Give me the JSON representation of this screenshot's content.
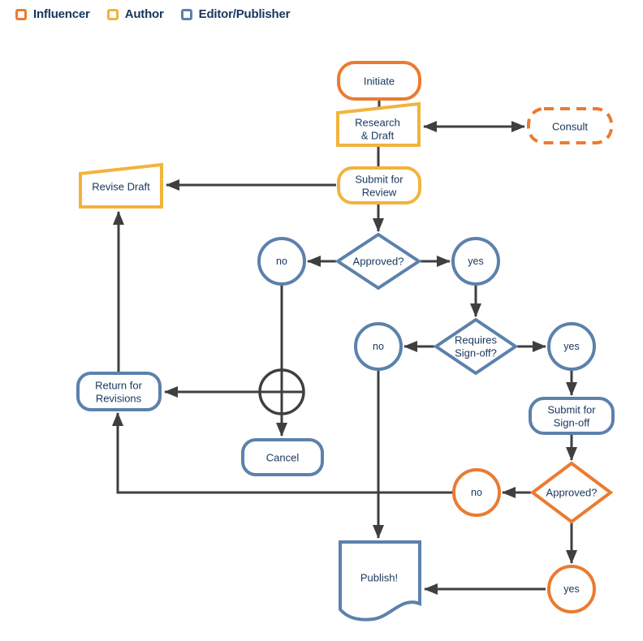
{
  "legend": {
    "items": [
      {
        "label": "Influencer"
      },
      {
        "label": "Author"
      },
      {
        "label": "Editor/Publisher"
      }
    ]
  },
  "colors": {
    "influencer": "#EB7B30",
    "author": "#F2B33D",
    "editor": "#5C81AB",
    "connector": "#3F3F3F",
    "label": "#17365D",
    "background": "#FFFFFF"
  },
  "nodes": {
    "initiate": {
      "label": "Initiate"
    },
    "research_draft": {
      "line1": "Research",
      "line2": "& Draft"
    },
    "consult": {
      "label": "Consult"
    },
    "submit_review": {
      "line1": "Submit for",
      "line2": "Review"
    },
    "revise_draft": {
      "label": "Revise Draft"
    },
    "approved_review": {
      "label": "Approved?"
    },
    "approved_review_no": {
      "label": "no"
    },
    "approved_review_yes": {
      "label": "yes"
    },
    "requires_signoff": {
      "line1": "Requires",
      "line2": "Sign-off?"
    },
    "requires_signoff_no": {
      "label": "no"
    },
    "requires_signoff_yes": {
      "label": "yes"
    },
    "submit_signoff": {
      "line1": "Submit for",
      "line2": "Sign-off"
    },
    "approved_signoff": {
      "label": "Approved?"
    },
    "approved_signoff_no": {
      "label": "no"
    },
    "approved_signoff_yes": {
      "label": "yes"
    },
    "return_revisions": {
      "line1": "Return for",
      "line2": "Revisions"
    },
    "cancel": {
      "label": "Cancel"
    },
    "publish": {
      "label": "Publish!"
    }
  }
}
